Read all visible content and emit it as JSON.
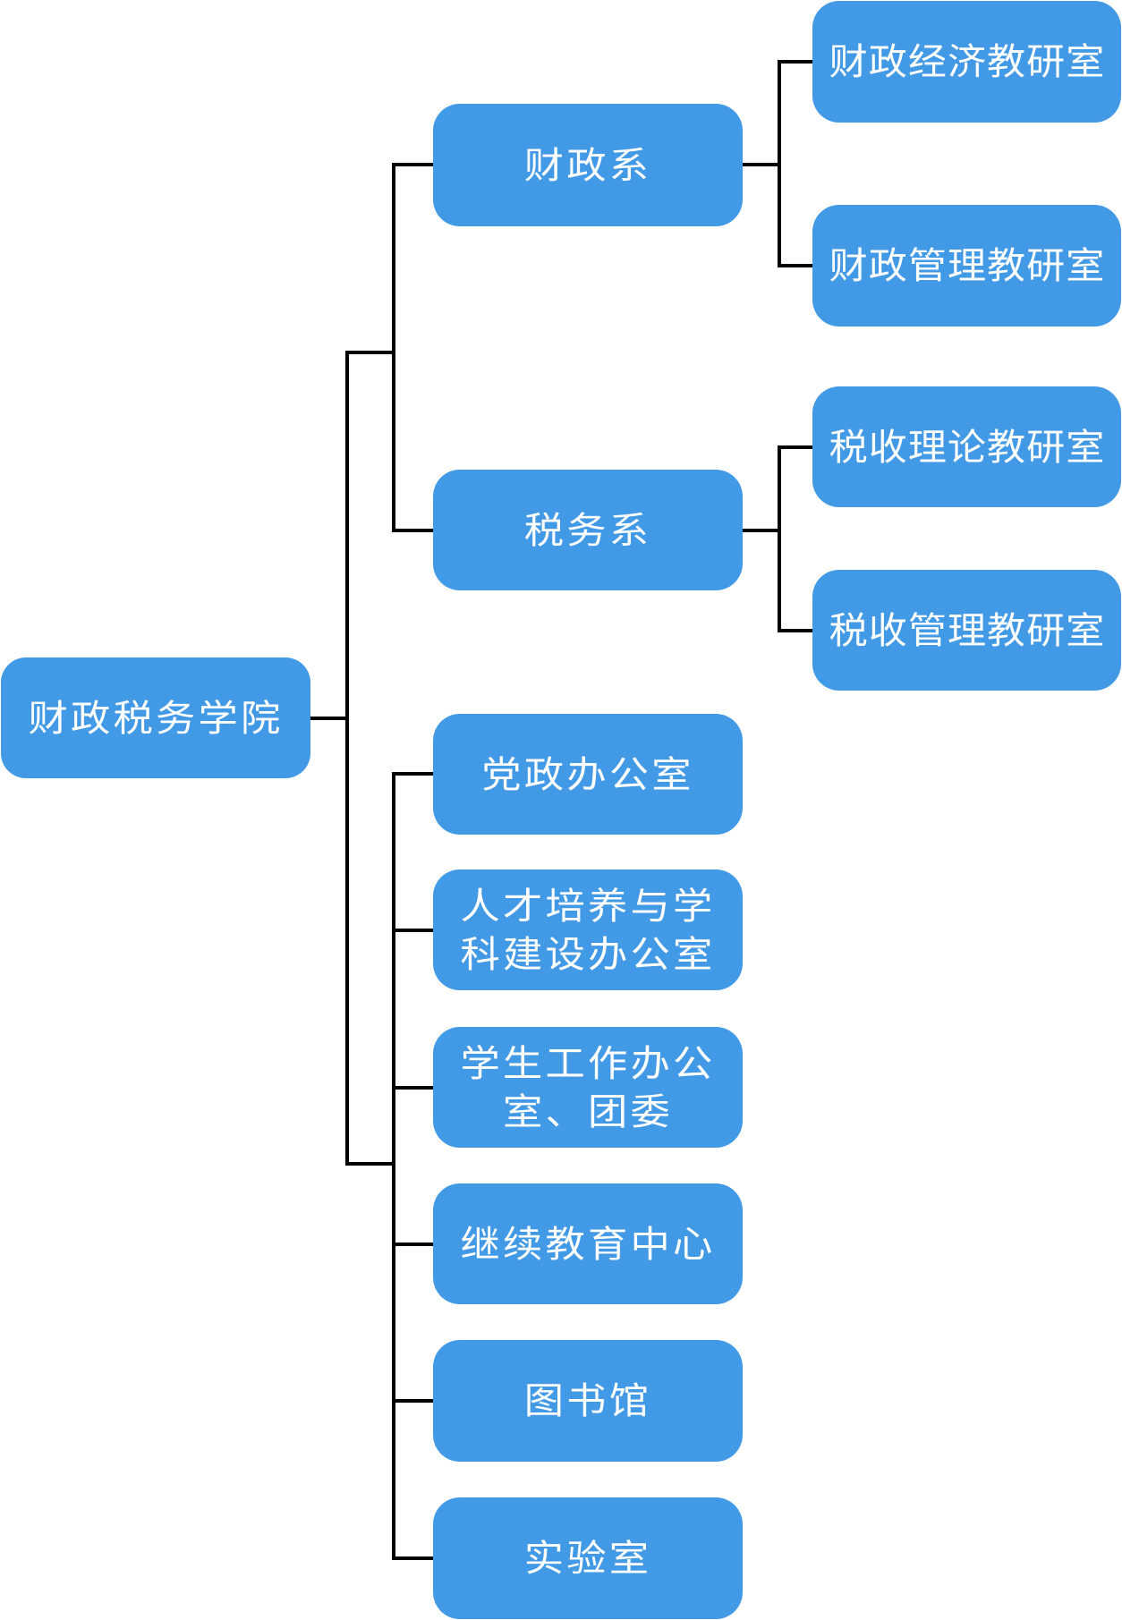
{
  "diagram": {
    "type": "org-chart",
    "root": {
      "id": "root",
      "label": "财政税务学院"
    },
    "nodes": {
      "caizheng_dept": {
        "label": "财政系"
      },
      "shuiwu_dept": {
        "label": "税务系"
      },
      "czjj": {
        "label": "财政经济教研室"
      },
      "czgl": {
        "label": "财政管理教研室"
      },
      "sslt": {
        "label": "税收理论教研室"
      },
      "ssgl": {
        "label": "税收管理教研室"
      },
      "dzbgs": {
        "label": "党政办公室"
      },
      "rcpy": {
        "label": "人才培养与学\n科建设办公室"
      },
      "xsgz": {
        "label": "学生工作办公\n室、团委"
      },
      "jxjy": {
        "label": "继续教育中心"
      },
      "tsg": {
        "label": "图书馆"
      },
      "sys": {
        "label": "实验室"
      }
    },
    "hierarchy": [
      {
        "node": "caizheng_dept",
        "children": [
          "czjj",
          "czgl"
        ]
      },
      {
        "node": "shuiwu_dept",
        "children": [
          "sslt",
          "ssgl"
        ]
      },
      {
        "node": "dzbgs",
        "children": []
      },
      {
        "node": "rcpy",
        "children": []
      },
      {
        "node": "xsgz",
        "children": []
      },
      {
        "node": "jxjy",
        "children": []
      },
      {
        "node": "tsg",
        "children": []
      },
      {
        "node": "sys",
        "children": []
      }
    ],
    "groups": [
      {
        "name": "departments",
        "members": [
          "caizheng_dept",
          "shuiwu_dept"
        ]
      },
      {
        "name": "offices",
        "members": [
          "dzbgs",
          "rcpy",
          "xsgz",
          "jxjy",
          "tsg",
          "sys"
        ]
      }
    ],
    "colors": {
      "node_fill": "#4299e6",
      "node_text": "#ffffff",
      "connector": "#000000",
      "background": "#ffffff"
    }
  }
}
